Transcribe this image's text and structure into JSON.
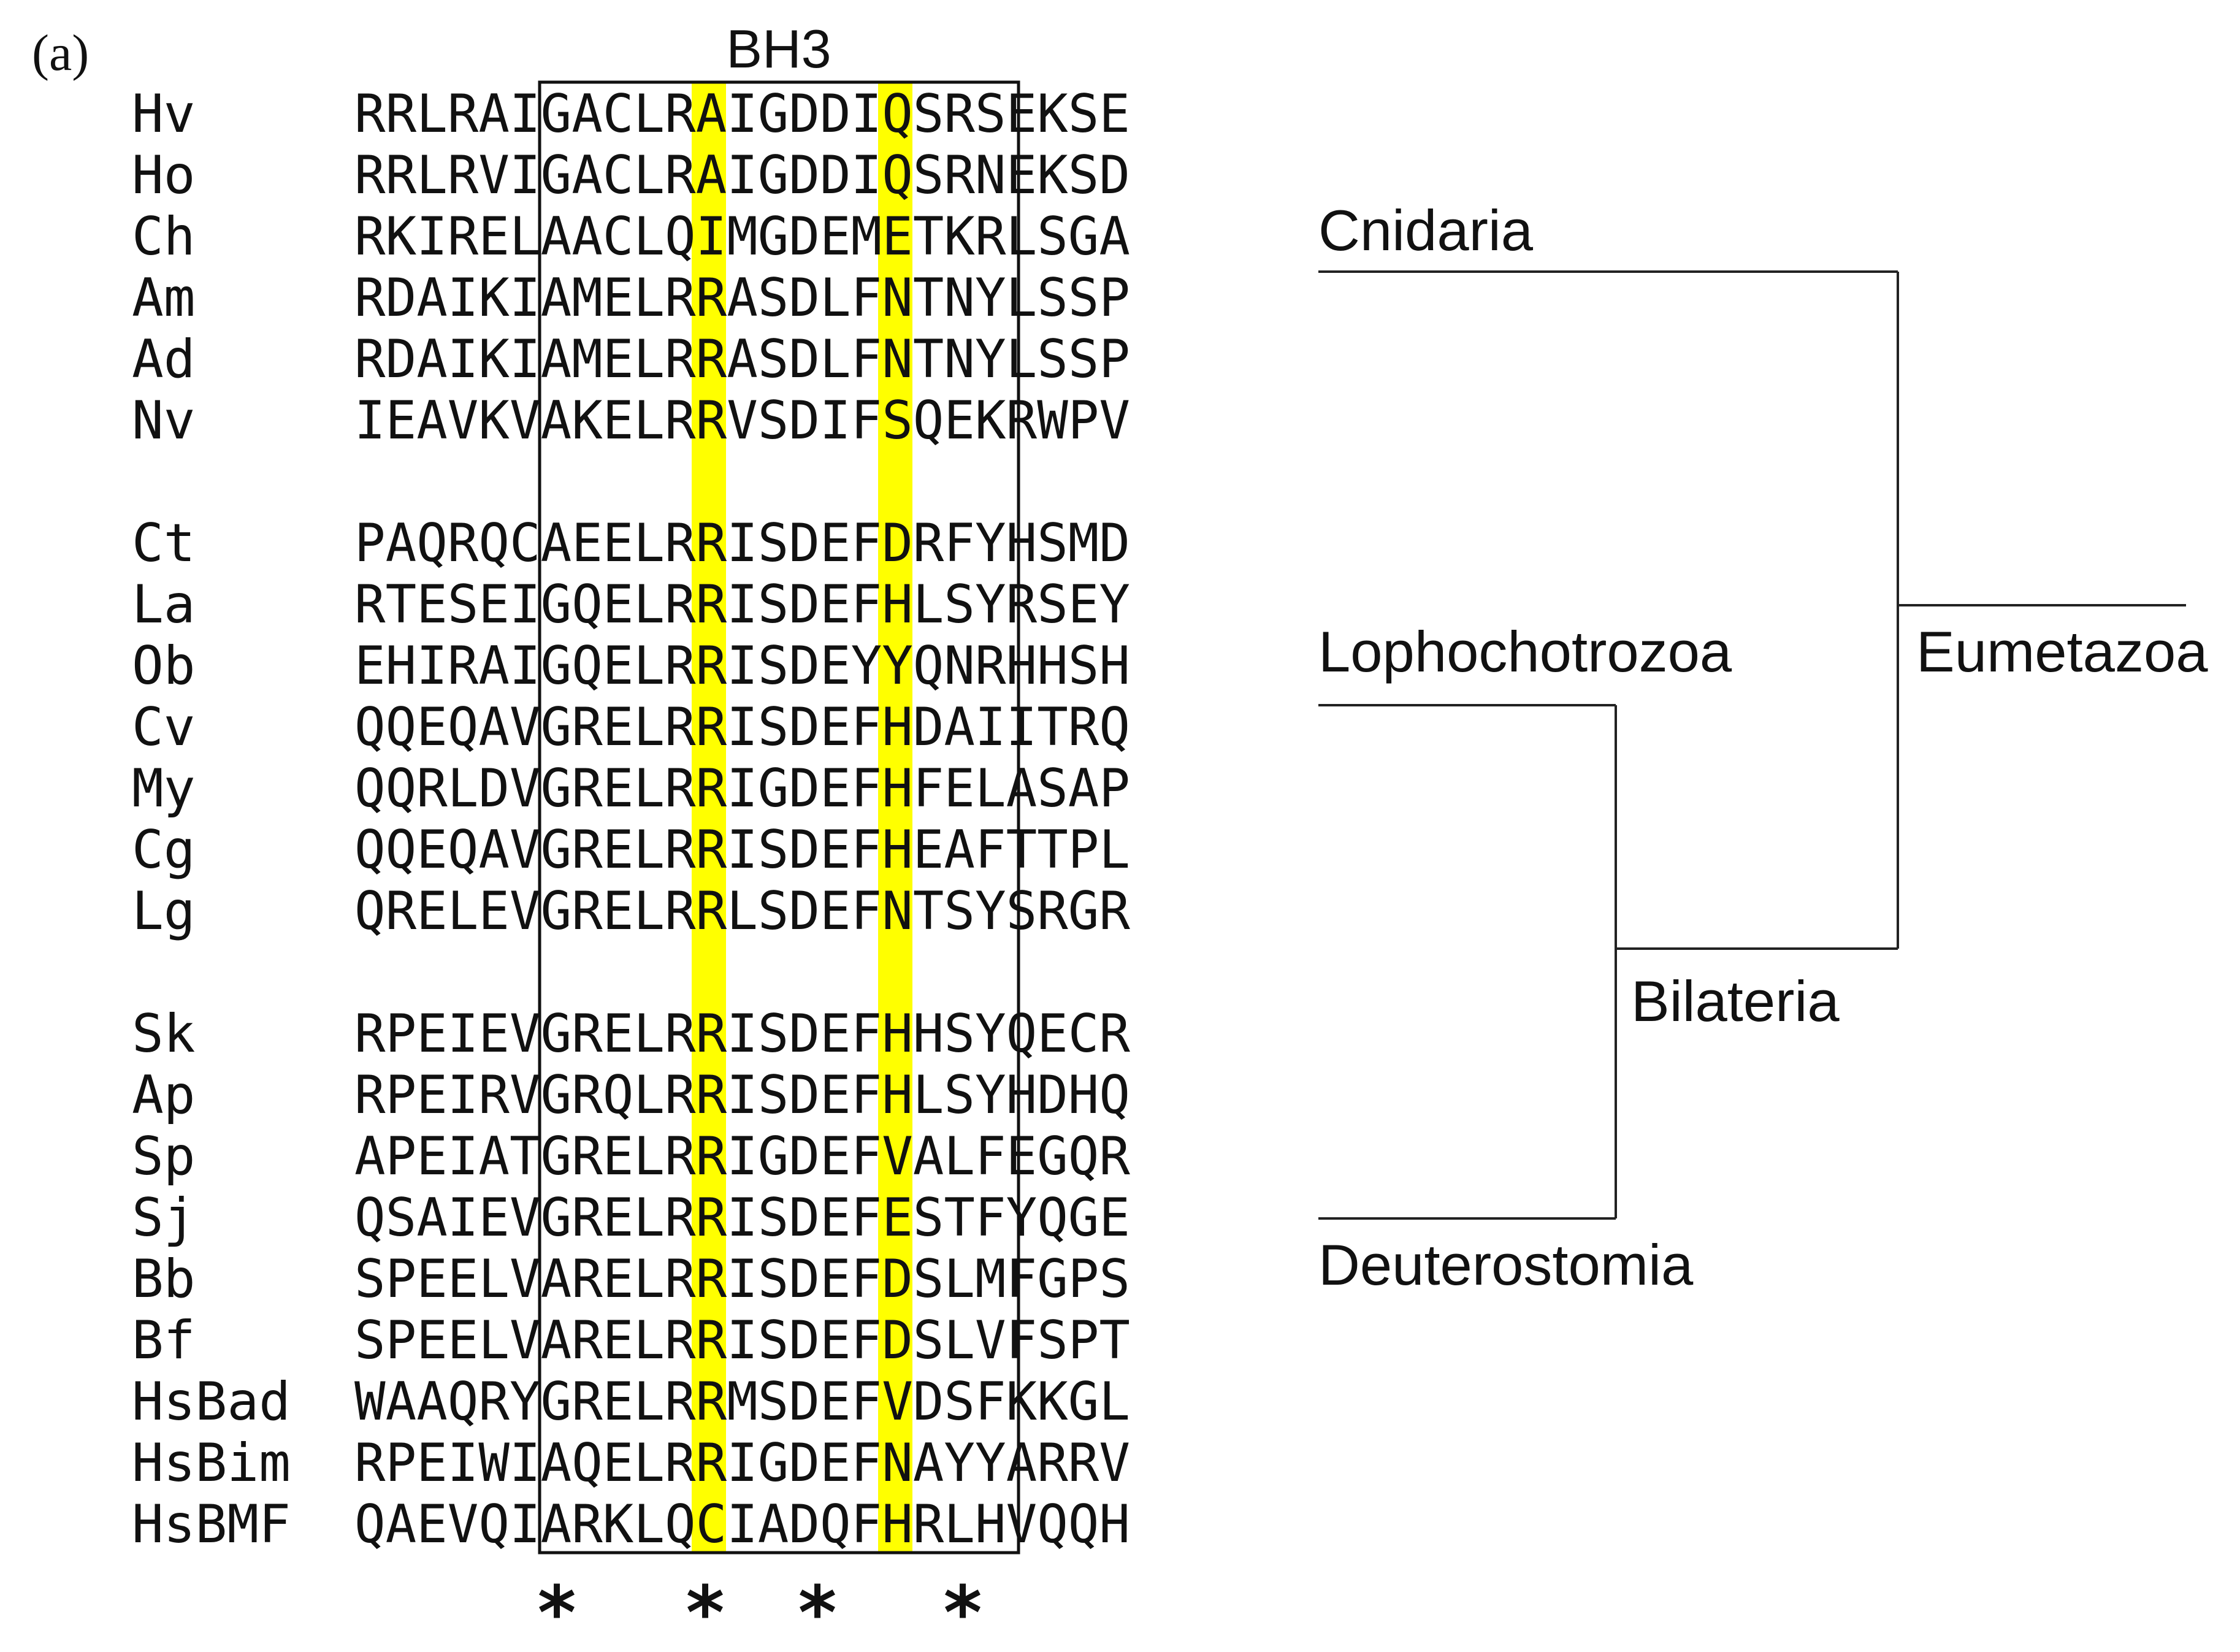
{
  "panel_label": "(a)",
  "title": "BH3",
  "highlight_color": "#ffff00",
  "sequences": [
    {
      "name": "Hv",
      "seq": "RRLRAIGACLRAIGDDIQSRSEKSE"
    },
    {
      "name": "Ho",
      "seq": "RRLRVIGACLRAIGDDIQSRNEKSD"
    },
    {
      "name": "Ch",
      "seq": "RKIRELAACLQIMGDEMETKRLSGA"
    },
    {
      "name": "Am",
      "seq": "RDAIKIAMELRRASDLFNTNYLSSP"
    },
    {
      "name": "Ad",
      "seq": "RDAIKIAMELRRASDLFNTNYLSSP"
    },
    {
      "name": "Nv",
      "seq": "IEAVKVAKELRRVSDIFSQEKRWPV"
    },
    {
      "name": "Ct",
      "seq": "PAQRQCAEELRRISDEFDRFYHSMD"
    },
    {
      "name": "La",
      "seq": "RTESEIGQELRRISDEFHLSYRSEY"
    },
    {
      "name": "Ob",
      "seq": "EHIRAIGQELRRISDEYYQNRHHSH"
    },
    {
      "name": "Cv",
      "seq": "QQEQAVGRELRRISDEFHDAIITRQ"
    },
    {
      "name": "My",
      "seq": "QQRLDVGRELRRIGDEFHFELASAP"
    },
    {
      "name": "Cg",
      "seq": "QQEQAVGRELRRISDEFHEAFTTPL"
    },
    {
      "name": "Lg",
      "seq": "QRELEVGRELRRLSDEFNTSYSRGR"
    },
    {
      "name": "Sk",
      "seq": "RPEIEVGRELRRISDEFHHSYQECR"
    },
    {
      "name": "Ap",
      "seq": "RPEIRVGRQLRRISDEFHLSYHDHQ"
    },
    {
      "name": "Sp",
      "seq": "APEIATGRELRRIGDEFVALFEGQR"
    },
    {
      "name": "Sj",
      "seq": "QSAIEVGRELRRISDEFESTFYQGE"
    },
    {
      "name": "Bb",
      "seq": "SPEELVARELRRISDEFDSLMFGPS"
    },
    {
      "name": "Bf",
      "seq": "SPEELVARELRRISDEFDSLVFSPT"
    },
    {
      "name": "HsBad",
      "seq": "WAAQRYGRELRRMSDEFVDSFKKGL"
    },
    {
      "name": "HsBim",
      "seq": "RPEIWIAQELRRIGDEFNAYYARRV"
    },
    {
      "name": "HsBMF",
      "seq": "QAEVQIARKLQCIADQFHRLHVQQH"
    }
  ],
  "conservation_marks": [
    "*",
    "*",
    "*",
    "*"
  ],
  "clades": {
    "cnidaria": "Cnidaria",
    "lophochotrozoa": "Lophochotrozoa",
    "deuterostomia": "Deuterostomia",
    "bilateria": "Bilateria",
    "eumetazoa": "Eumetazoa"
  }
}
